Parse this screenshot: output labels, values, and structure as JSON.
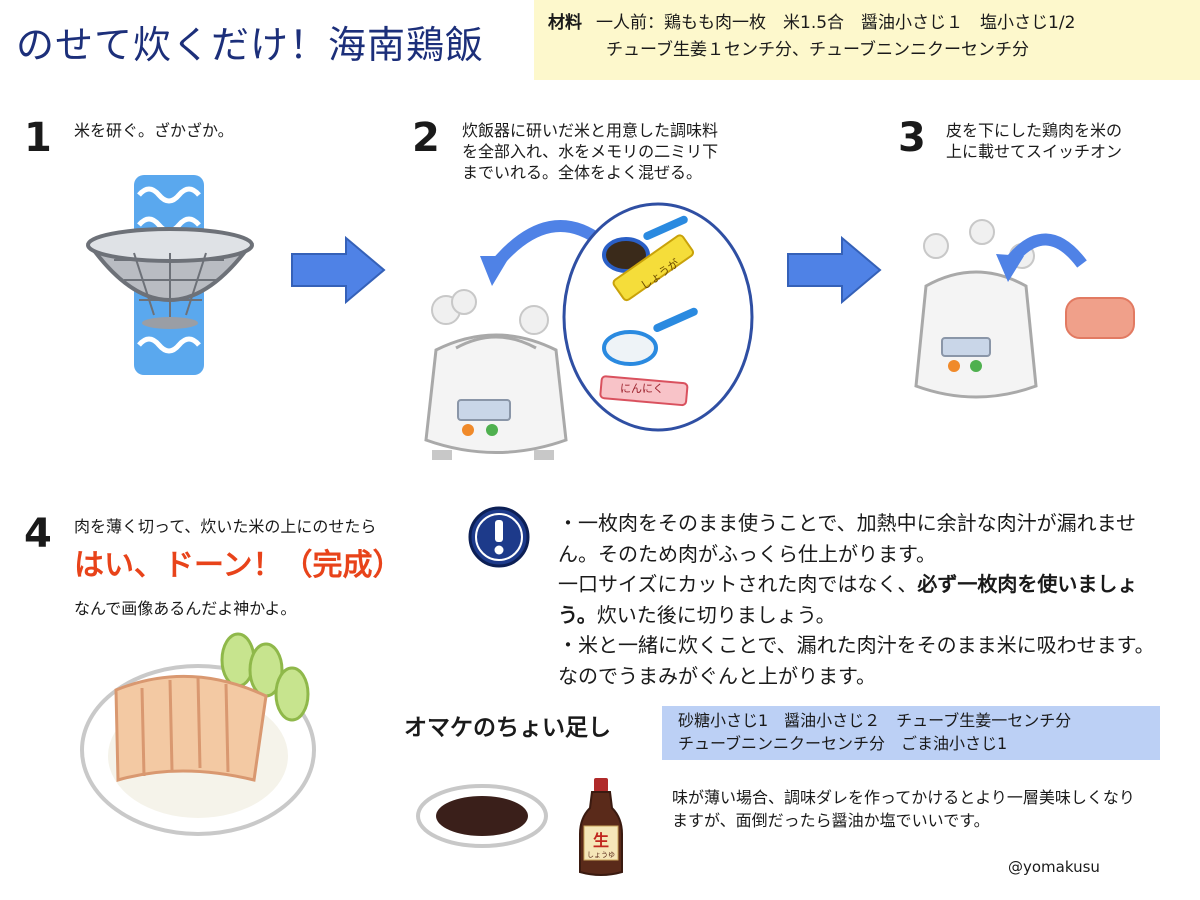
{
  "title": "のせて炊くだけ！海南鶏飯",
  "ingredients": {
    "label": "材料",
    "line1": "一人前：鶏もも肉一枚　米1.5合　醤油小さじ１　塩小さじ1/2",
    "line2": "チューブ生姜１センチ分、チューブニンニクーセンチ分"
  },
  "steps": [
    {
      "number": "1",
      "text": "米を研ぐ。ざかざか。"
    },
    {
      "number": "2",
      "line1": "炊飯器に研いだ米と用意した調味料",
      "line2": "を全部入れ、水をメモリの二ミリ下",
      "line3": "までいれる。全体をよく混ぜる。"
    },
    {
      "number": "3",
      "line1": "皮を下にした鶏肉を米の",
      "line2": "上に載せてスイッチオン"
    },
    {
      "number": "4",
      "line1": "肉を薄く切って、炊いた米の上にのせたら",
      "highlight": "はい、ドーン！（完成）",
      "line2": "なんで画像あるんだよ神かよ。"
    }
  ],
  "note": {
    "p1": "・一枚肉をそのまま使うことで、加熱中に余計な肉汁が漏れません。そのため肉がふっくら仕上がります。",
    "p2_pre": "一口サイズにカットされた肉ではなく、",
    "p2_bold": "必ず一枚肉を使いましょう。",
    "p2_post": "炊いた後に切りましょう。",
    "p3": "・米と一緒に炊くことで、漏れた肉汁をそのまま米に吸わせます。なのでうまみがぐんと上がります。"
  },
  "omake": {
    "title": "オマケのちょい足し",
    "line1": "砂糖小さじ1　醤油小さじ２　チューブ生姜一センチ分",
    "line2": "チューブニンニクーセンチ分　ごま油小さじ1"
  },
  "bottom_text": "味が薄い場合、調味ダレを作ってかけるとより一層美味しくなりますが、面倒だったら醤油か塩でいいです。",
  "credit": "@yomakusu",
  "illustration_labels": {
    "ginger_tube": "しょうが",
    "garlic_tube": "にんにく",
    "soy_bottle_big": "生",
    "soy_bottle_small": "しょうゆ"
  },
  "colors": {
    "title": "#1c2f7a",
    "ingredients_bg": "#fdf8cc",
    "arrow": "#4f82e6",
    "highlight": "#e8431a",
    "omake_bg": "#bcd0f5",
    "notice_icon": "#1d3a8a"
  },
  "icons": {
    "arrow": "arrow-right-icon",
    "notice": "exclamation-icon"
  }
}
